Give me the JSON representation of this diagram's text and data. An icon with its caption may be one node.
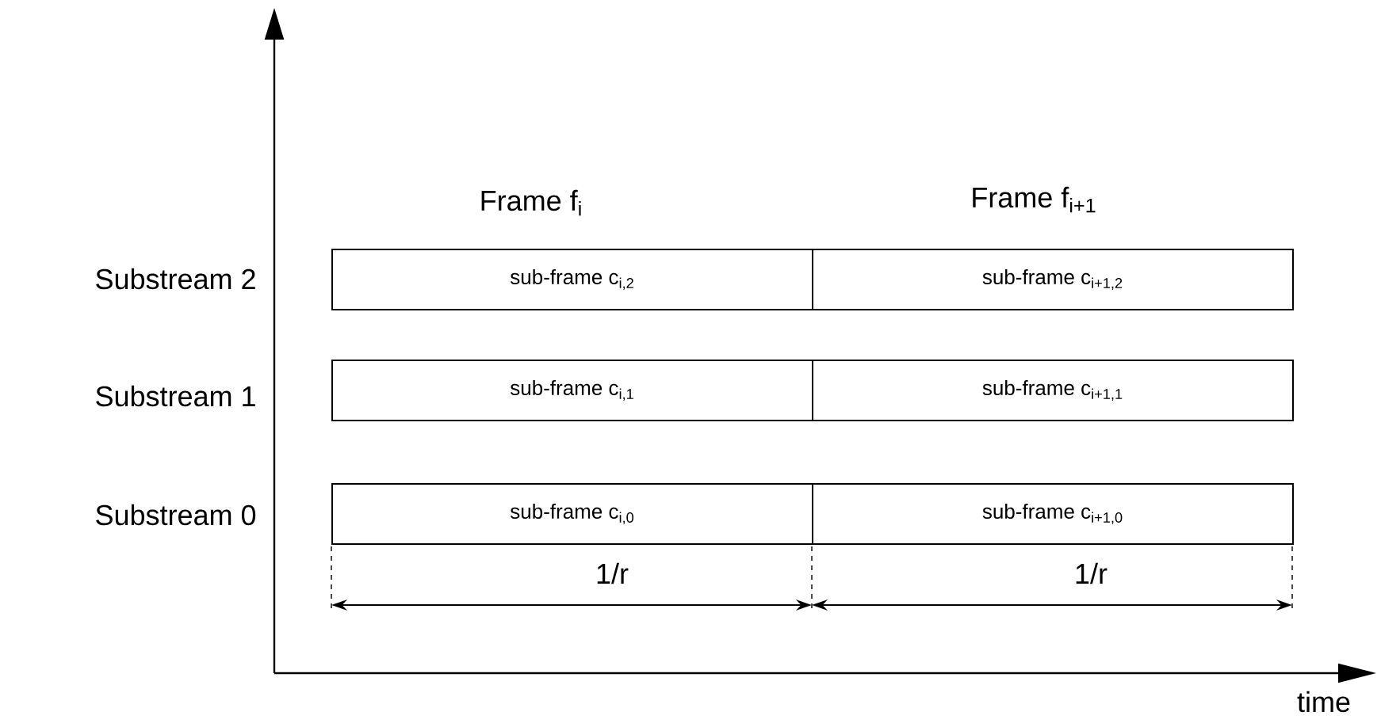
{
  "diagram": {
    "nodes": [
      {
        "text": [
          "sub-frame c$_{i,2}$"
        ]
      },
      {
        "text": [
          "sub-frame c$_{i+1,2}$"
        ]
      },
      {
        "text": [
          "sub-frame c$_{i,1}$"
        ]
      },
      {
        "text": [
          "sub-frame c$_{i+1,1}$"
        ]
      },
      {
        "text": [
          "sub-frame c$_{i,0}$"
        ]
      },
      {
        "text": [
          "sub-frame c$_{i+1,0}$"
        ]
      }
    ],
    "edges": [],
    "labels": [
      "Frame f$_{i}$",
      "Frame f$_{i+1}$",
      "Substream 2",
      "Substream 1",
      "Substream 0",
      "1/r",
      "1/r",
      "time"
    ]
  }
}
